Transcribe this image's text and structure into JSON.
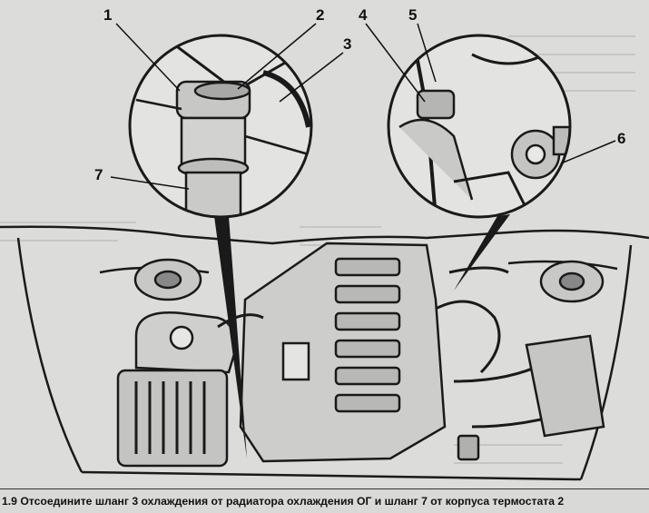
{
  "figure": {
    "callouts": [
      "1",
      "2",
      "3",
      "4",
      "5",
      "6",
      "7"
    ]
  },
  "caption": "1.9 Отсоедините шланг 3 охлаждения от радиатора охлаждения ОГ и шланг 7 от корпуса термостата 2"
}
